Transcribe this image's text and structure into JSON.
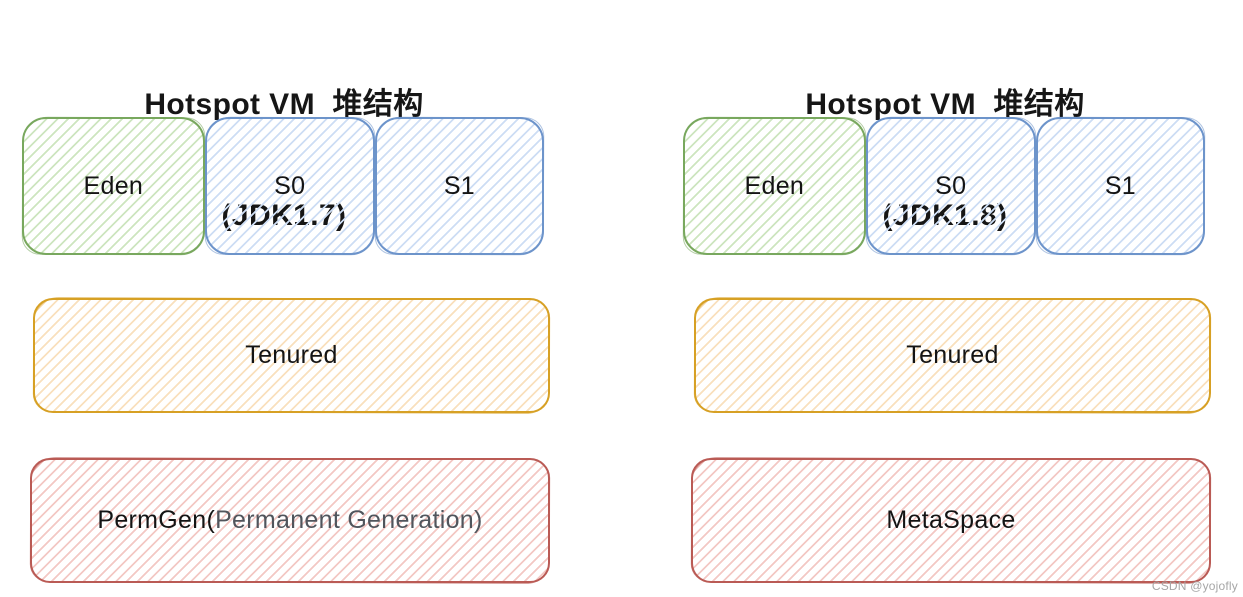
{
  "colors": {
    "green_stroke": "#79a85e",
    "green_hatch": "#cde5bf",
    "blue_stroke": "#6d94cb",
    "blue_hatch": "#cdddf4",
    "orange_stroke": "#d7a125",
    "orange_hatch": "#f9e0bd",
    "red_stroke": "#ba5b55",
    "red_hatch": "#f3c8c4",
    "title_text": "#161616",
    "label_text": "#141414",
    "label_sub_text": "#51555c",
    "watermark_text": "#a6a6a6"
  },
  "diagrams": [
    {
      "title_line1": "Hotspot VM  堆结构",
      "title_line2": "(JDK1.7)",
      "young": [
        {
          "label": "Eden"
        },
        {
          "label": "S0"
        },
        {
          "label": "S1"
        }
      ],
      "tenured_label": "Tenured",
      "bottom_label_main": "PermGen(",
      "bottom_label_sub": "Permanent Generation)"
    },
    {
      "title_line1": "Hotspot VM  堆结构",
      "title_line2": "(JDK1.8)",
      "young": [
        {
          "label": "Eden"
        },
        {
          "label": "S0"
        },
        {
          "label": "S1"
        }
      ],
      "tenured_label": "Tenured",
      "bottom_label_main": "MetaSpace",
      "bottom_label_sub": ""
    }
  ],
  "watermark": {
    "text": "CSDN @yojofly"
  }
}
